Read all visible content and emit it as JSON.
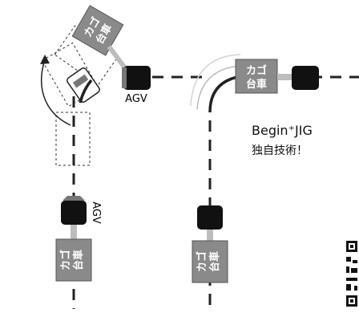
{
  "diagram": {
    "left_panel": {
      "cart_top_label": [
        "カゴ",
        "台車"
      ],
      "agv_right_label": "AGV",
      "agv_bottom_label": "AGV",
      "cart_bottom_label": [
        "カゴ",
        "台車"
      ]
    },
    "right_panel": {
      "cart_top_label": [
        "カゴ",
        "台車"
      ],
      "caption_line1": "Begin⁺JIG",
      "caption_line2": "独自技術！",
      "cart_bottom_label": [
        "カゴ",
        "台車"
      ]
    },
    "colors": {
      "track": "#222222",
      "agv_body": "#111111",
      "cart_body": "#8a8a8a",
      "ghost_outline": "#333333",
      "hitch": "#bdbdbd"
    },
    "icons": [
      "qr-code-icon"
    ]
  }
}
